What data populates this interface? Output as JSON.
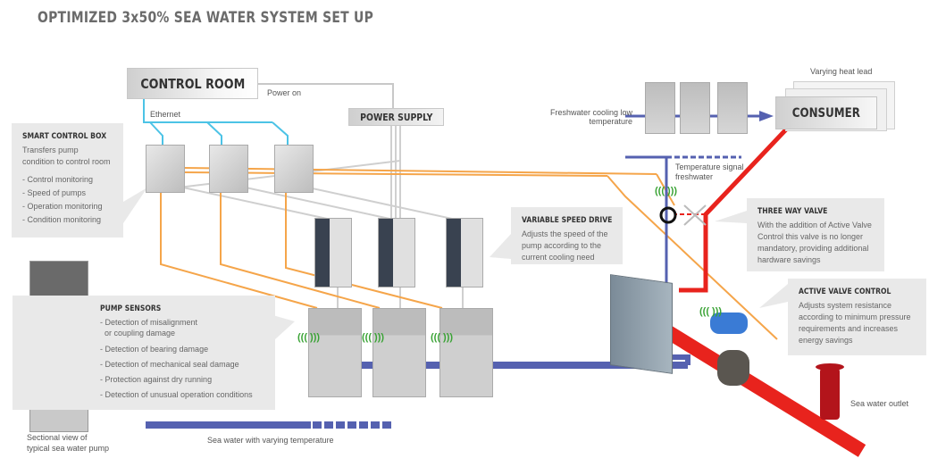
{
  "title": "OPTIMIZED 3x50% SEA WATER SYSTEM SET UP",
  "nodes": {
    "control_room": "CONTROL ROOM",
    "power_supply": "POWER SUPPLY",
    "consumer": "CONSUMER"
  },
  "labels": {
    "power_on": "Power on",
    "ethernet": "Ethernet",
    "varying_heat_load": "Varying heat lead",
    "freshwater_cooling_1": "Freshwater cooling low",
    "freshwater_cooling_2": "temperature",
    "temperature_signal_1": "Temperature signal",
    "temperature_signal_2": "freshwater",
    "sectional_view_1": "Sectional view of",
    "sectional_view_2": "typical sea water pump",
    "sea_water_inlet": "Sea water with varying temperature",
    "sea_water_outlet": "Sea water outlet"
  },
  "callouts": {
    "smart_control_box": {
      "title": "SMART CONTROL BOX",
      "text": "Transfers pump condition to control room",
      "items": [
        "- Control monitoring",
        "- Speed of pumps",
        "- Operation monitoring",
        "- Condition monitoring"
      ]
    },
    "variable_speed_drive": {
      "title": "VARIABLE SPEED DRIVE",
      "text": "Adjusts the speed of the pump according to the current cooling need"
    },
    "three_way_valve": {
      "title": "THREE WAY VALVE",
      "text": "With the addition of Active Valve Control this valve is no longer mandatory, providing additional hardware savings"
    },
    "active_valve_control": {
      "title": "ACTIVE VALVE CONTROL",
      "text": "Adjusts system resistance according to minimum pressure requirements and increases energy savings"
    },
    "pump_sensors": {
      "title": "PUMP SENSORS",
      "items": [
        "- Detection of misalignment",
        "  or coupling damage",
        "- Detection of bearing damage",
        "- Detection of mechanical seal damage",
        "- Protection against dry running",
        "- Detection of unusual operation conditions"
      ]
    }
  },
  "colors": {
    "ethernet": "#4cc3e6",
    "signal": "#f5a54a",
    "power": "#c8c8c8",
    "freshwater": "#5561b0",
    "seawater_hot": "#e8231d",
    "callout_bg": "#e9e9e9",
    "sensor_green": "#3aa335"
  }
}
